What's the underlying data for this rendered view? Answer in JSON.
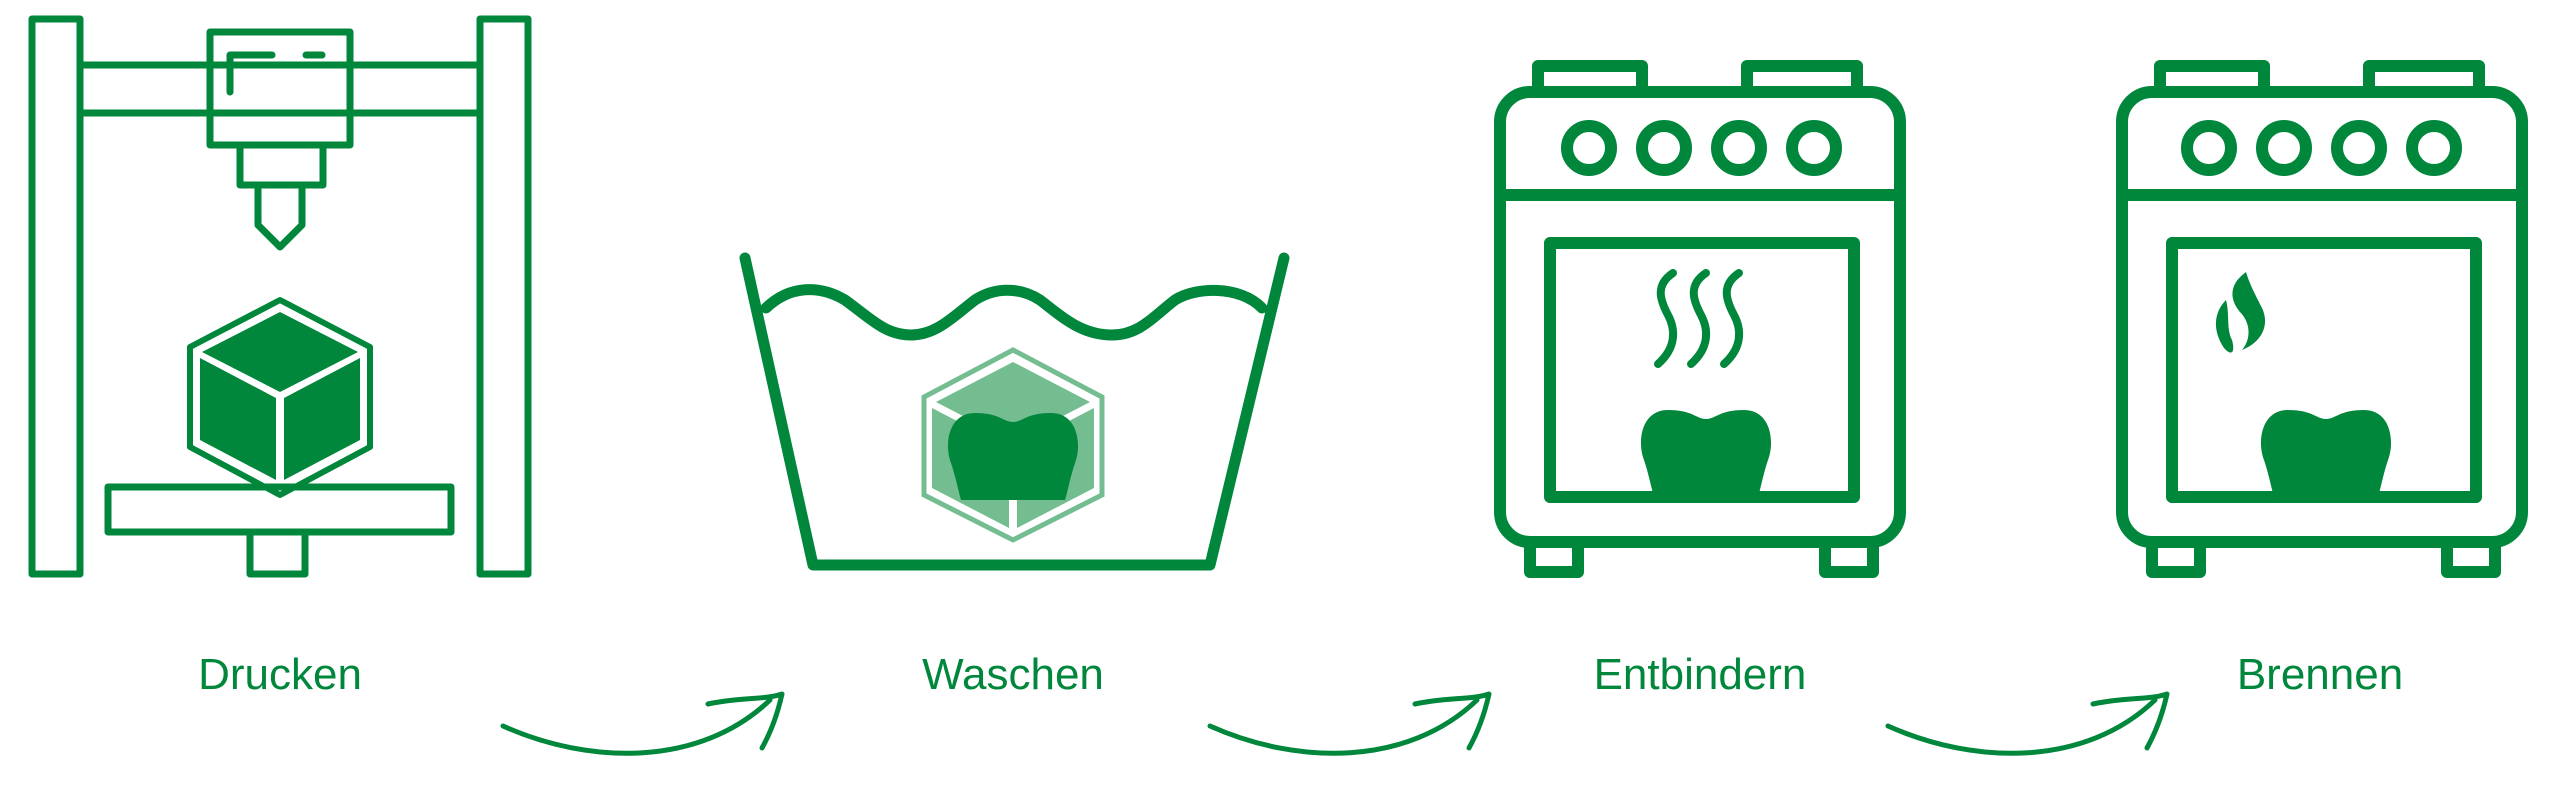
{
  "colors": {
    "primary": "#00873c",
    "light": "#74bd91",
    "background": "#ffffff"
  },
  "steps": [
    {
      "label": "Drucken",
      "icon": "3d-printer-icon"
    },
    {
      "label": "Waschen",
      "icon": "washing-basin-icon"
    },
    {
      "label": "Entbindern",
      "icon": "debinding-oven-icon"
    },
    {
      "label": "Brennen",
      "icon": "sintering-oven-icon"
    }
  ],
  "connectors": [
    "arrow-icon",
    "arrow-icon",
    "arrow-icon"
  ]
}
